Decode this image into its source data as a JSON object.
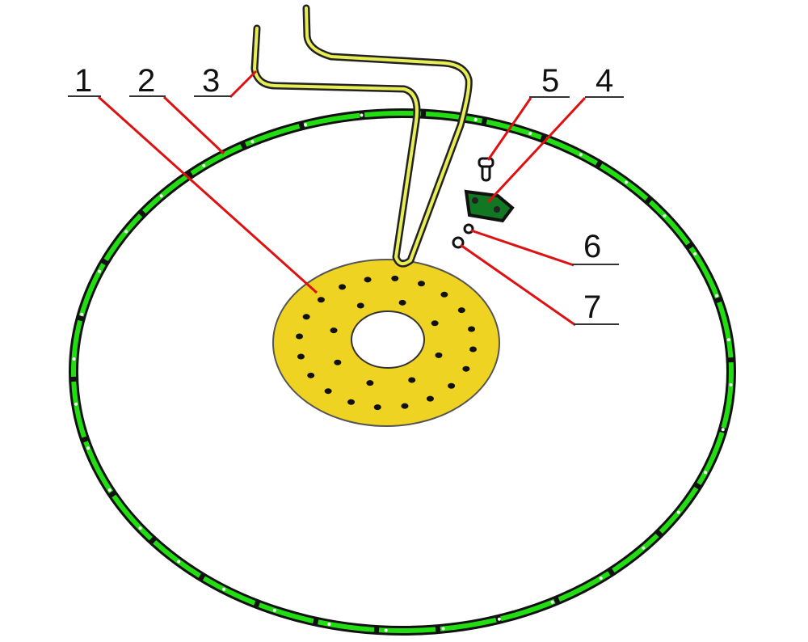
{
  "diagram": {
    "labels": [
      "1",
      "2",
      "3",
      "4",
      "5",
      "6",
      "7"
    ],
    "colors": {
      "rim": "#22dd11",
      "disc": "#eed322",
      "pipe": "#e8ee55",
      "bracket": "#117722",
      "leader": "#dd1111",
      "outline": "#111111"
    }
  }
}
